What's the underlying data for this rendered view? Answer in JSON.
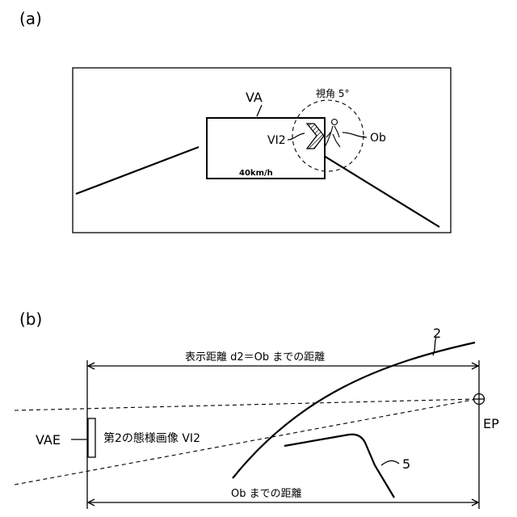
{
  "panel_a": {
    "label": "(a)",
    "display_area_label": "VA",
    "view_angle_label": "視角 5°",
    "image_label": "VI2",
    "object_label": "Ob",
    "speed_text": "40km/h"
  },
  "panel_b": {
    "label": "(b)",
    "display_distance_label": "表示距離 d2＝Ob までの距離",
    "virtual_area_label": "VAE",
    "image_label": "第2の態様画像 VI2",
    "eye_point_label": "EP",
    "line_2_label": "2",
    "line_5_label": "5",
    "object_distance_label": "Ob までの距離"
  }
}
